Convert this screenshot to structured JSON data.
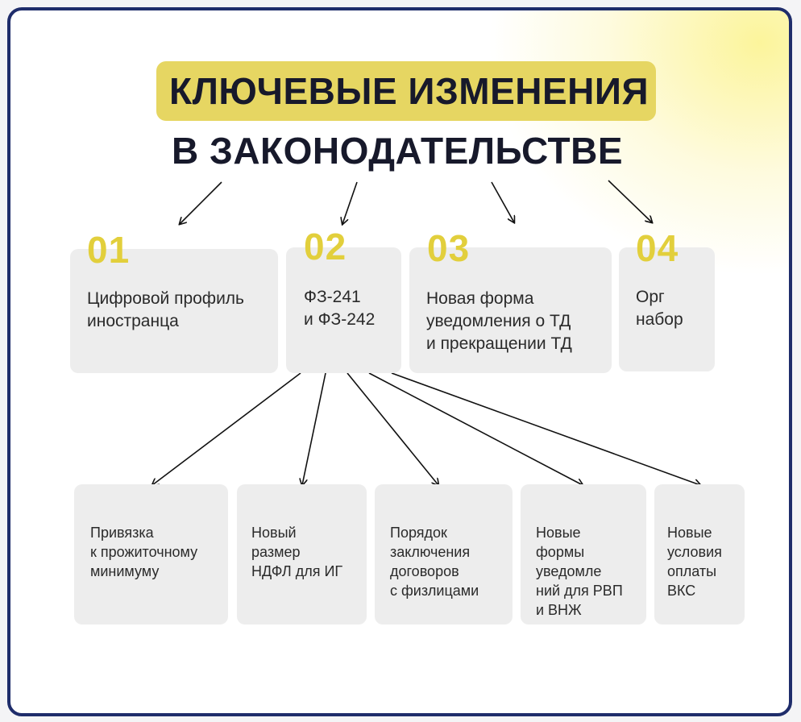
{
  "title": {
    "line1": "КЛЮЧЕВЫЕ ИЗМЕНЕНИЯ",
    "line2": "В ЗАКОНОДАТЕЛЬСТВЕ"
  },
  "colors": {
    "frame": "#1f2d6b",
    "highlight": "#e6d662",
    "number": "#e2cf3c",
    "card": "#ededed"
  },
  "top_items": [
    {
      "number": "01",
      "text": "Цифровой профиль\nиностранца"
    },
    {
      "number": "02",
      "text": "ФЗ-241\nи ФЗ-242"
    },
    {
      "number": "03",
      "text": "Новая форма\nуведомления о ТД\nи прекращении ТД"
    },
    {
      "number": "04",
      "text": "Орг\nнабор"
    }
  ],
  "sub_items": [
    {
      "text": "Привязка\nк прожиточному\nминимуму"
    },
    {
      "text": "Новый\nразмер\nНДФЛ для ИГ"
    },
    {
      "text": "Порядок\nзаключения\nдоговоров\nс физлицами"
    },
    {
      "text": "Новые\nформы\nуведомле\nний для РВП\nи ВНЖ"
    },
    {
      "text": "Новые\nусловия\nоплаты\nВКС"
    }
  ]
}
